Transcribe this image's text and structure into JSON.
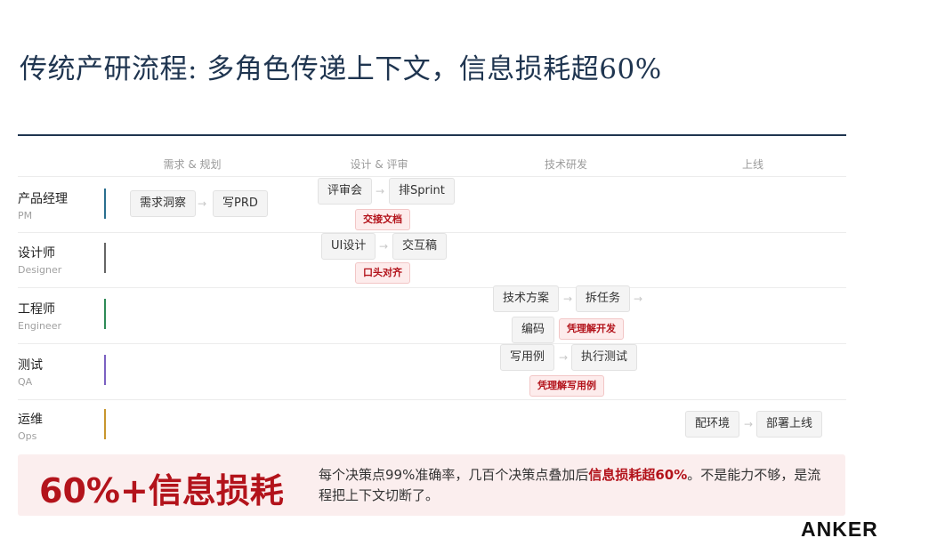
{
  "title": "传统产研流程: 多角色传递上下文，信息损耗超60%",
  "columns": [
    "需求 & 规划",
    "设计 & 评审",
    "技术研发",
    "上线"
  ],
  "roles": [
    {
      "cn": "产品经理",
      "en": "PM",
      "color": "#2a6f8f"
    },
    {
      "cn": "设计师",
      "en": "Designer",
      "color": "#666666"
    },
    {
      "cn": "工程师",
      "en": "Engineer",
      "color": "#2e8b57"
    },
    {
      "cn": "测试",
      "en": "QA",
      "color": "#7b61c2"
    },
    {
      "cn": "运维",
      "en": "Ops",
      "color": "#c8962e"
    }
  ],
  "steps": {
    "pm_insight": "需求洞察",
    "pm_prd": "写PRD",
    "pm_review": "评审会",
    "pm_sprint": "排Sprint",
    "pm_tag": "交接文档",
    "ds_ui": "UI设计",
    "ds_proto": "交互稿",
    "ds_tag": "口头对齐",
    "en_plan": "技术方案",
    "en_task": "拆任务",
    "en_code": "编码",
    "en_tag": "凭理解开发",
    "qa_case": "写用例",
    "qa_run": "执行测试",
    "qa_tag": "凭理解写用例",
    "ops_env": "配环境",
    "ops_deploy": "部署上线"
  },
  "banner": {
    "big": "60%+信息损耗",
    "desc_before": "每个决策点99%准确率，几百个决策点叠加后",
    "desc_highlight": "信息损耗超60%",
    "desc_after": "。不是能力不够，是流程把上下文切断了。"
  },
  "logo": "ANKER",
  "colors": {
    "accent": "#b3131b",
    "title": "#1f3550",
    "banner_bg": "#fbeeee"
  }
}
